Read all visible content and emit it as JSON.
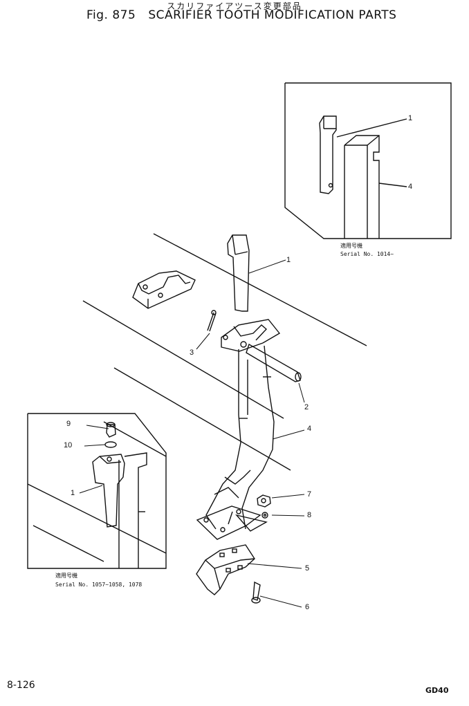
{
  "header": {
    "japanese_title": "スカリファイアツース変更部品",
    "fig_number": "Fig. 875",
    "title": "SCARIFIER TOOTH MODIFICATION PARTS"
  },
  "callouts": [
    "1",
    "4",
    "1",
    "3",
    "2",
    "4",
    "9",
    "10",
    "1",
    "7",
    "8",
    "5",
    "6"
  ],
  "inset_top": {
    "applicable_label": "適用号機",
    "serial": "Serial No. 1014~"
  },
  "inset_left": {
    "applicable_label": "適用号機",
    "serial": "Serial No. 1057~1058, 1078"
  },
  "footer": {
    "page_number": "8-126",
    "model": "GD40"
  }
}
